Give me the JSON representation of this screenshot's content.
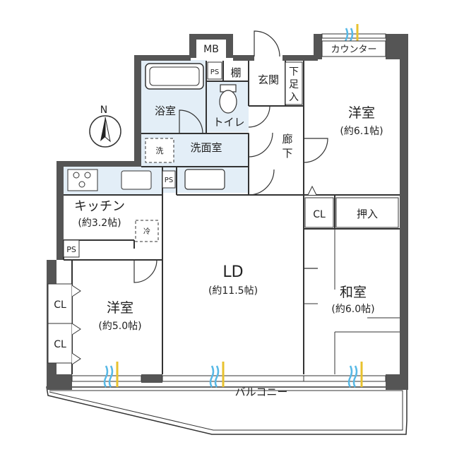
{
  "labels": {
    "mb": "MB",
    "counter": "カウンター",
    "ps": "PS",
    "shelf": "棚",
    "entrance": "玄関",
    "shoe_box": "下足入",
    "bath": "浴室",
    "toilet": "トイレ",
    "corridor": "廊下",
    "washroom": "洗面室",
    "washer": "洗",
    "kitchen": "キッチン",
    "kitchen_size": "(約3.2帖)",
    "fridge": "冷",
    "western_ne": "洋室",
    "western_ne_size": "(約6.1帖)",
    "cl": "CL",
    "oshiire": "押入",
    "ld": "LD",
    "ld_size": "(約11.5帖)",
    "japanese": "和室",
    "japanese_size": "(約6.0帖)",
    "western_sw": "洋室",
    "western_sw_size": "(約5.0帖)",
    "balcony": "バルコニー",
    "north": "N"
  },
  "colors": {
    "wall": "#555555",
    "wet_area": "#e3eef7",
    "window_blue": "#58b9e6",
    "window_yellow": "#e8c22e",
    "line": "#333333"
  }
}
